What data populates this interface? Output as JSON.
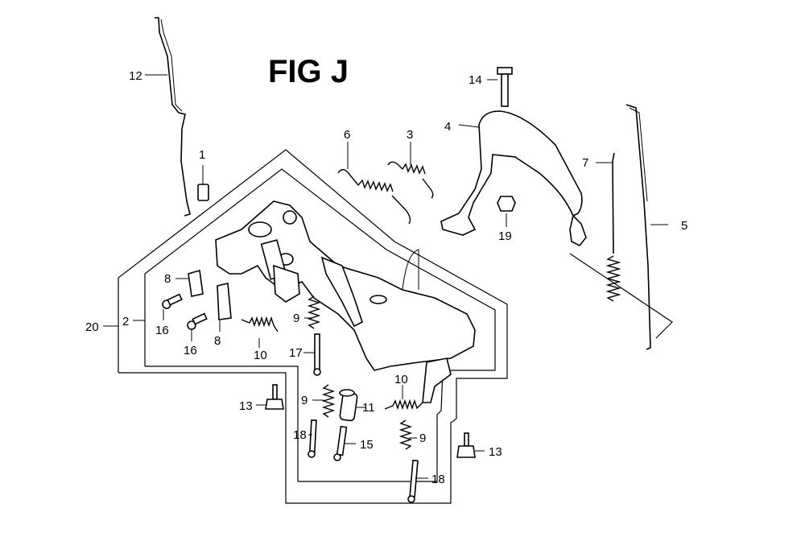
{
  "figure": {
    "title": "FIG J",
    "callouts": [
      {
        "id": "c12",
        "text": "12"
      },
      {
        "id": "c1",
        "text": "1"
      },
      {
        "id": "c6",
        "text": "6"
      },
      {
        "id": "c3",
        "text": "3"
      },
      {
        "id": "c14",
        "text": "14"
      },
      {
        "id": "c4",
        "text": "4"
      },
      {
        "id": "c7",
        "text": "7"
      },
      {
        "id": "c5",
        "text": "5"
      },
      {
        "id": "c19",
        "text": "19"
      },
      {
        "id": "c8a",
        "text": "8"
      },
      {
        "id": "c16a",
        "text": "16"
      },
      {
        "id": "c2",
        "text": "2"
      },
      {
        "id": "c20",
        "text": "20"
      },
      {
        "id": "c16b",
        "text": "16"
      },
      {
        "id": "c8b",
        "text": "8"
      },
      {
        "id": "c10a",
        "text": "10"
      },
      {
        "id": "c9a",
        "text": "9"
      },
      {
        "id": "c17",
        "text": "17"
      },
      {
        "id": "c10b",
        "text": "10"
      },
      {
        "id": "c13a",
        "text": "13"
      },
      {
        "id": "c9b",
        "text": "9"
      },
      {
        "id": "c11",
        "text": "11"
      },
      {
        "id": "c18a",
        "text": "18"
      },
      {
        "id": "c15",
        "text": "15"
      },
      {
        "id": "c9c",
        "text": "9"
      },
      {
        "id": "c13b",
        "text": "13"
      },
      {
        "id": "c18b",
        "text": "18"
      }
    ]
  }
}
